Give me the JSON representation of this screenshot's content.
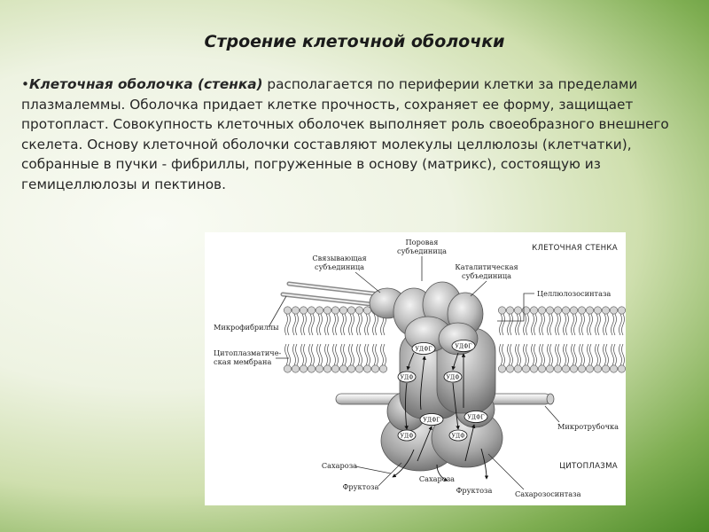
{
  "slide": {
    "title": "Строение клеточной оболочки",
    "bullet": "•",
    "term": "Клеточная оболочка (стенка)",
    "text": " располагается по периферии клетки за пределами плазмалеммы. Оболочка придает клетке прочность, сохраняет ее форму, защищает протопласт. Совокупность клеточных оболочек выполняет роль своеобразного внешнего скелета. Основу клеточной оболочки составляют молекулы целлюлозы (клетчатки), собранные в пучки - фибриллы, погруженные в основу (матрикс), состоящую из гемицеллюлозы и пектинов."
  },
  "diagram": {
    "region_top": "КЛЕТОЧНАЯ СТЕНКА",
    "region_bottom": "ЦИТОПЛАЗМА",
    "labels": {
      "pore_subunit_1": "Поровая",
      "pore_subunit_2": "субъединица",
      "binding_subunit_1": "Связывающая",
      "binding_subunit_2": "субъединица",
      "catalytic_subunit_1": "Каталитическая",
      "catalytic_subunit_2": "субъединица",
      "cellulose_synthase": "Целлюлозосинтаза",
      "microfibrils": "Микрофибриллы",
      "membrane_1": "Цитоплазматиче-",
      "membrane_2": "ская мембрана",
      "microtubule": "Микротрубочка",
      "sucrose_left": "Сахароза",
      "sucrose_mid": "Сахароза",
      "fructose_left": "Фруктоза",
      "fructose_right": "Фруктоза",
      "sucrose_synthase": "Сахарозосинтаза"
    },
    "molecules": {
      "udpg1": "УДФГ",
      "udpg2": "УДФГ",
      "udpg3": "УДФГ",
      "udpg4": "УДФГ",
      "udp1": "УДФ",
      "udp2": "УДФ",
      "udp3": "УДФ",
      "udp4": "УДФ"
    }
  }
}
